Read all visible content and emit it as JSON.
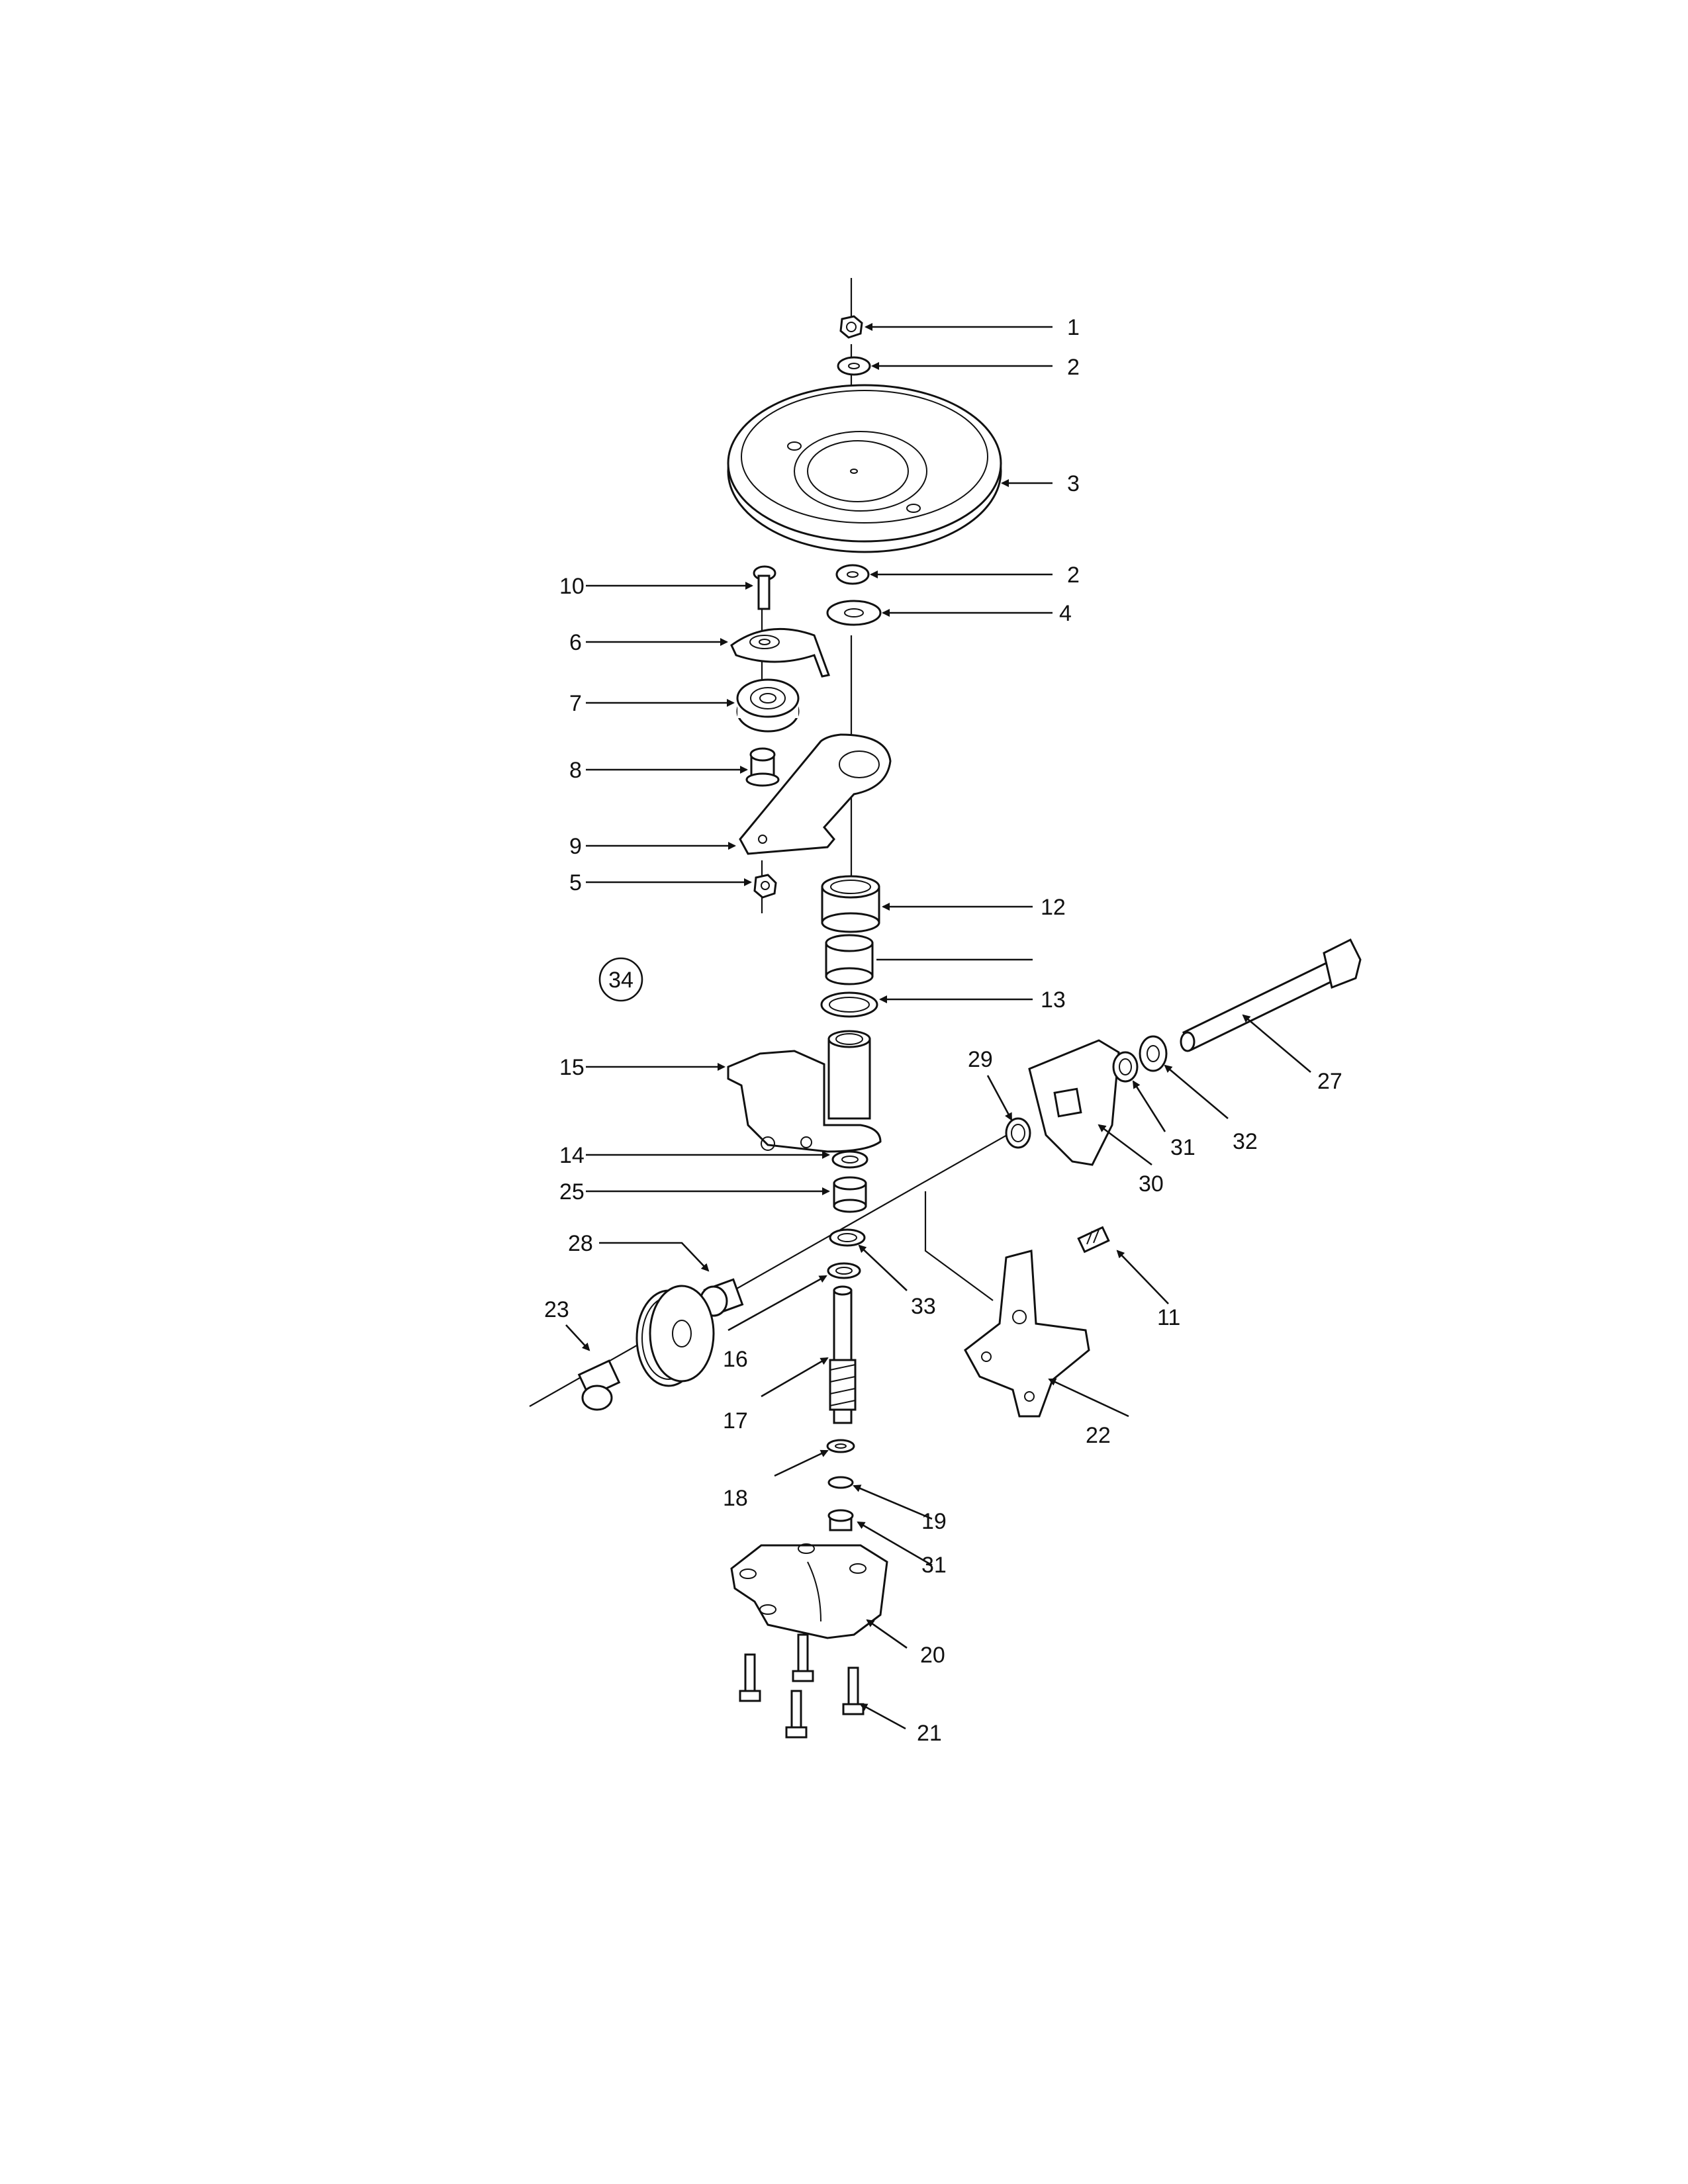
{
  "diagram": {
    "callouts": [
      {
        "key": "c1",
        "label": "1"
      },
      {
        "key": "c2a",
        "label": "2"
      },
      {
        "key": "c3",
        "label": "3"
      },
      {
        "key": "c2b",
        "label": "2"
      },
      {
        "key": "c4",
        "label": "4"
      },
      {
        "key": "c10",
        "label": "10"
      },
      {
        "key": "c6",
        "label": "6"
      },
      {
        "key": "c7",
        "label": "7"
      },
      {
        "key": "c8",
        "label": "8"
      },
      {
        "key": "c9",
        "label": "9"
      },
      {
        "key": "c5",
        "label": "5"
      },
      {
        "key": "c12",
        "label": "12"
      },
      {
        "key": "c13",
        "label": "13"
      },
      {
        "key": "c15",
        "label": "15"
      },
      {
        "key": "c29",
        "label": "29"
      },
      {
        "key": "c27",
        "label": "27"
      },
      {
        "key": "c31a",
        "label": "31"
      },
      {
        "key": "c32",
        "label": "32"
      },
      {
        "key": "c30",
        "label": "30"
      },
      {
        "key": "c14",
        "label": "14"
      },
      {
        "key": "c25",
        "label": "25"
      },
      {
        "key": "c28",
        "label": "28"
      },
      {
        "key": "c33",
        "label": "33"
      },
      {
        "key": "c11",
        "label": "11"
      },
      {
        "key": "c23",
        "label": "23"
      },
      {
        "key": "c16",
        "label": "16"
      },
      {
        "key": "c17",
        "label": "17"
      },
      {
        "key": "c22",
        "label": "22"
      },
      {
        "key": "c18",
        "label": "18"
      },
      {
        "key": "c19",
        "label": "19"
      },
      {
        "key": "c31b",
        "label": "31"
      },
      {
        "key": "c20",
        "label": "20"
      },
      {
        "key": "c21",
        "label": "21"
      }
    ],
    "assembly_badge": "34",
    "colors": {
      "ink": "#111111",
      "paper": "#ffffff"
    }
  }
}
